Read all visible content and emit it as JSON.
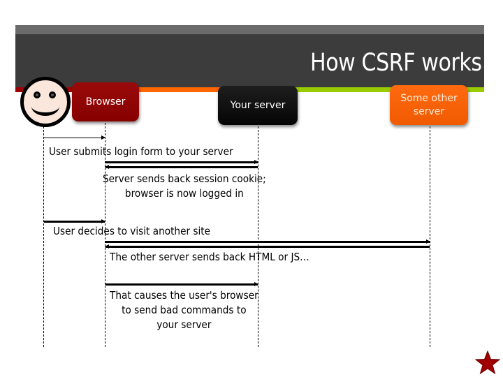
{
  "slide": {
    "title": "How CSRF works",
    "colors": {
      "header_top": "#6b6b6b",
      "header_main": "#3c3c3c",
      "stripe_red": "#a00000",
      "stripe_orange": "#ff6600",
      "stripe_green": "#99cc00",
      "browser_box": "#8b0000",
      "your_server_box": "#0d0d0d",
      "other_server_box": "#fa6000",
      "star": "#a00000"
    }
  },
  "actors": {
    "user": {
      "icon": "smiley-face-icon"
    },
    "browser": {
      "label": "Browser"
    },
    "your_server": {
      "label": "Your server"
    },
    "other_server": {
      "label_line1": "Some other",
      "label_line2": "server"
    }
  },
  "messages": [
    {
      "from": "user",
      "to": "browser",
      "text": "User submits login form to your server"
    },
    {
      "from": "browser",
      "to": "your_server",
      "text": ""
    },
    {
      "from": "your_server",
      "to": "browser",
      "text_line1": "Server sends back session cookie;",
      "text_line2": "browser is now logged in"
    },
    {
      "from": "user",
      "to": "browser",
      "text": "User decides to visit another site"
    },
    {
      "from": "browser",
      "to": "other_server",
      "text": ""
    },
    {
      "from": "other_server",
      "to": "browser",
      "text": "The other server sends back HTML or JS…"
    },
    {
      "from": "browser",
      "to": "your_server",
      "text_line1": "That causes the user's browser",
      "text_line2": "to send bad commands to",
      "text_line3": "your server"
    }
  ],
  "footer": {
    "icon": "star-icon"
  }
}
